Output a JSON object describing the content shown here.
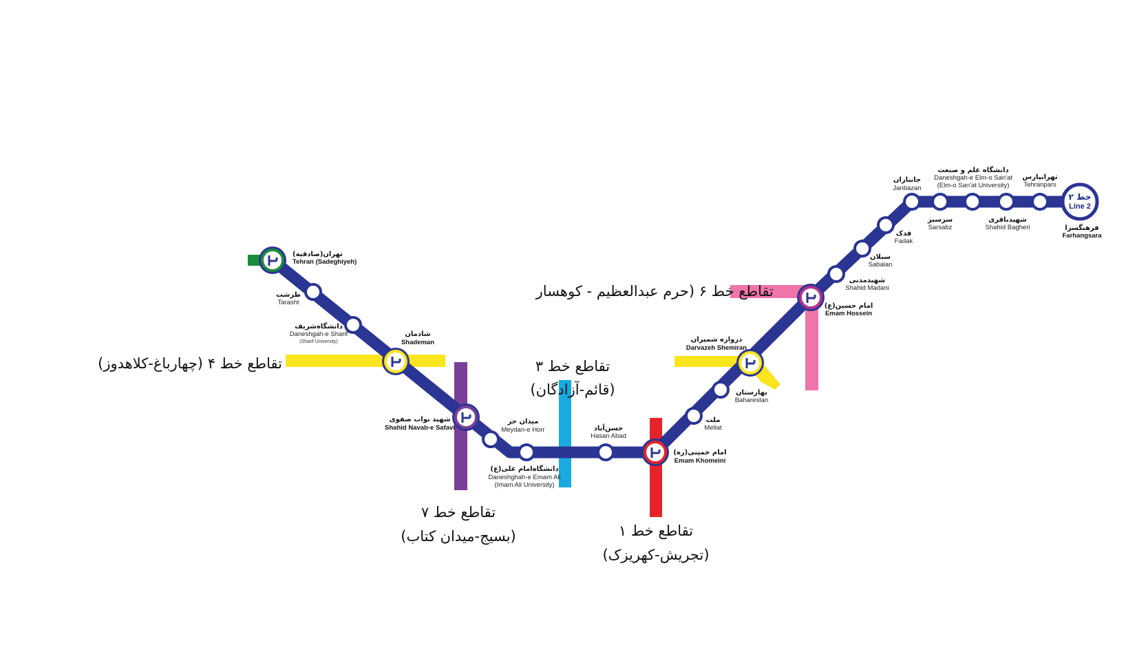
{
  "line": {
    "badge_fa": "خط ۲",
    "badge_en": "Line 2",
    "color": "#2b3593"
  },
  "stations": {
    "farhangsara": {
      "fa": "فرهنگسرا",
      "en": "Farhangsara"
    },
    "tehranpars": {
      "fa": "تهرانپارس",
      "en": "Tehranpars"
    },
    "shahid_bagheri": {
      "fa": "شهیدباقری",
      "en": "Shahid Bagheri"
    },
    "elm_sanat": {
      "fa": "دانشگاه علم و صنعت",
      "en": "Daneshgah-e Elm-o San'at",
      "en2": "(Elm-o San'at University)"
    },
    "sarsabz": {
      "fa": "سرسبز",
      "en": "Sarsabz"
    },
    "janbazan": {
      "fa": "جانبازان",
      "en": "Janbazan"
    },
    "fadak": {
      "fa": "فدک",
      "en": "Fadak"
    },
    "sabalan": {
      "fa": "سبلان",
      "en": "Sabalan"
    },
    "shahid_madani": {
      "fa": "شهیدمدنی",
      "en": "Shahid Madani"
    },
    "emam_hossein": {
      "fa": "امام حسین(ع)",
      "en": "Emam Hossein"
    },
    "darvazeh_shemiran": {
      "fa": "دروازه شمیران",
      "en": "Darvazeh Shemiran"
    },
    "baharestan": {
      "fa": "بهارستان",
      "en": "Baharestan"
    },
    "mellat": {
      "fa": "ملت",
      "en": "Mellat"
    },
    "emam_khomeini": {
      "fa": "امام خمینی(ره)",
      "en": "Emam Khomeini"
    },
    "hasan_abad": {
      "fa": "حسن‌آباد",
      "en": "Hasan Abad"
    },
    "emam_ali": {
      "fa": "دانشگاه‌امام علی(ع)",
      "en": "Daneshghah-e Emam Ali",
      "en2": "(Imam Ali University)"
    },
    "meydan_horr": {
      "fa": "میدان حر",
      "en": "Meydan-e Horr"
    },
    "navab_safavi": {
      "fa": "شهید نواب صفوی",
      "en": "Shahid Navab-e Safavi"
    },
    "shademan": {
      "fa": "شادمان",
      "en": "Shademan"
    },
    "sharif": {
      "fa": "دانشگاه‌شریف",
      "en": "Daneshgah-e Sharif",
      "en2": "(Sharif University)"
    },
    "tarasht": {
      "fa": "طرشت",
      "en": "Tarasht"
    },
    "sadeghiyeh": {
      "fa": "تهران(صادقیه)",
      "en": "Tehran (Sadeghiyeh)"
    }
  },
  "interchanges": {
    "line1": {
      "title": "تقاطع خط ۱",
      "sub": "(تجریش-کهریزک)",
      "color": "#e5232a"
    },
    "line3": {
      "title": "تقاطع خط ۳",
      "sub": "(قائم-آزادگان)",
      "color": "#1aa9e1"
    },
    "line4": {
      "title": "تقاطع خط ۴ (چهارباغ-کلاهدوز)",
      "color": "#fae51e"
    },
    "line5": {
      "color": "#1a8c3e"
    },
    "line6": {
      "title": "تقاطع خط ۶ (حرم عبدالعظیم - کوهسار",
      "color": "#ee74a9"
    },
    "line7": {
      "title": "تقاطع خط ۷",
      "sub": "(بسیج-میدان کتاب)",
      "color": "#7b3f98"
    }
  }
}
